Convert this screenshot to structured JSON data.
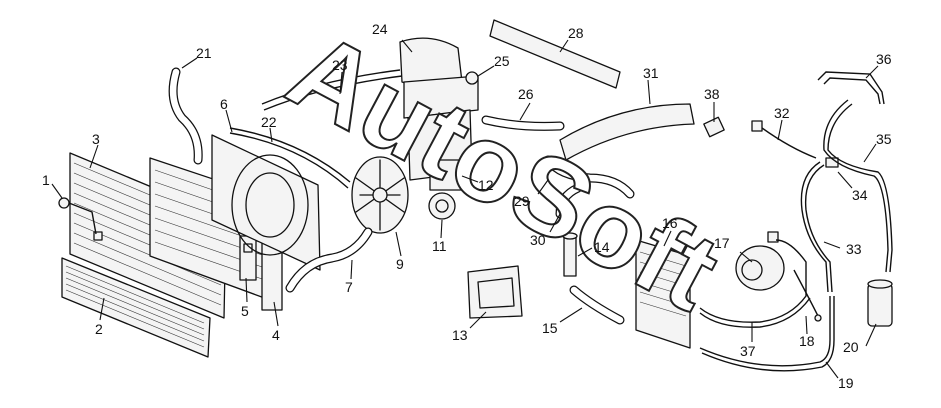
{
  "callouts": [
    {
      "id": "c1",
      "label": "1"
    },
    {
      "id": "c2",
      "label": "2"
    },
    {
      "id": "c3",
      "label": "3"
    },
    {
      "id": "c4",
      "label": "4"
    },
    {
      "id": "c5",
      "label": "5"
    },
    {
      "id": "c6",
      "label": "6"
    },
    {
      "id": "c7",
      "label": "7"
    },
    {
      "id": "c9",
      "label": "9"
    },
    {
      "id": "c11",
      "label": "11"
    },
    {
      "id": "c12",
      "label": "12"
    },
    {
      "id": "c13",
      "label": "13"
    },
    {
      "id": "c14",
      "label": "14"
    },
    {
      "id": "c15",
      "label": "15"
    },
    {
      "id": "c16",
      "label": "16"
    },
    {
      "id": "c17",
      "label": "17"
    },
    {
      "id": "c18",
      "label": "18"
    },
    {
      "id": "c19",
      "label": "19"
    },
    {
      "id": "c20",
      "label": "20"
    },
    {
      "id": "c21",
      "label": "21"
    },
    {
      "id": "c22",
      "label": "22"
    },
    {
      "id": "c23",
      "label": "23"
    },
    {
      "id": "c24",
      "label": "24"
    },
    {
      "id": "c25",
      "label": "25"
    },
    {
      "id": "c26",
      "label": "26"
    },
    {
      "id": "c28",
      "label": "28"
    },
    {
      "id": "c29",
      "label": "29"
    },
    {
      "id": "c30",
      "label": "30"
    },
    {
      "id": "c31",
      "label": "31"
    },
    {
      "id": "c32",
      "label": "32"
    },
    {
      "id": "c33",
      "label": "33"
    },
    {
      "id": "c34",
      "label": "34"
    },
    {
      "id": "c35",
      "label": "35"
    },
    {
      "id": "c36",
      "label": "36"
    },
    {
      "id": "c37",
      "label": "37"
    },
    {
      "id": "c38",
      "label": "38"
    }
  ],
  "watermark": {
    "text": "AutoSoft"
  }
}
